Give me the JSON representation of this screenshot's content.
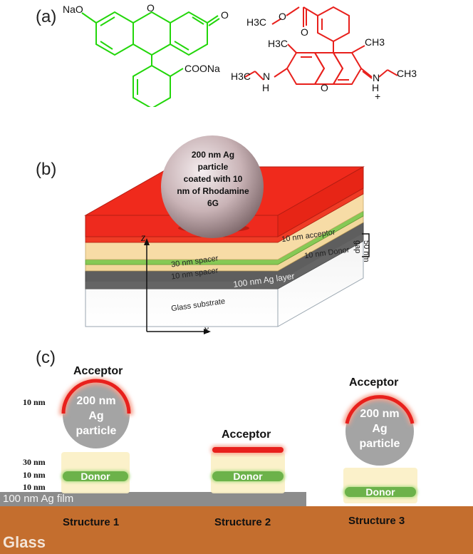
{
  "panel_a": {
    "label": "(a)",
    "fluorescein": {
      "naO": "NaO",
      "o_top": "O",
      "o_keto": "O",
      "coona": "COONa",
      "color": "#22d60a"
    },
    "rhodamine": {
      "h3c_ester": "H3C",
      "o_ester1": "O",
      "o_ester2": "O",
      "h3c_left": "H3C",
      "ch3_right": "CH3",
      "h3c_n": "H3C",
      "n_left": "N",
      "h_left": "H",
      "n_right": "N",
      "h_right": "H",
      "plus": "+",
      "ch3_n": "CH3",
      "o_ring": "O",
      "color": "#e8201c"
    }
  },
  "panel_b": {
    "label": "(b)",
    "sphere_lines": [
      "200 nm Ag",
      "particle",
      "coated with 10",
      "nm of Rhodamine",
      "6G"
    ],
    "layers": {
      "acceptor": "10 nm acceptor",
      "donor": "10 nm Donor",
      "spacer30": "30 nm spacer",
      "spacer10": "10 nm spacer",
      "ag": "100 nm Ag layer",
      "glass": "Glass substrate"
    },
    "gap_lines": [
      "50 nm",
      "gap"
    ],
    "axis_z": "z",
    "axis_x": "x",
    "colors": {
      "acceptor": "#ee2a1e",
      "spacer": "#f7d7a0",
      "donor": "#7ec850",
      "ag": "#5a5a5a",
      "glass": "#e8e8e8"
    }
  },
  "panel_c": {
    "label": "(c)",
    "thickness_labels": {
      "t10_top": "10 nm",
      "t30": "30 nm",
      "t10a": "10 nm",
      "t10b": "10 nm"
    },
    "acceptor": "Acceptor",
    "particle_lines": [
      "200 nm",
      "Ag",
      "particle"
    ],
    "donor": "Donor",
    "ag_film": "100 nm Ag film",
    "glass": "Glass",
    "structures": [
      "Structure 1",
      "Structure 2",
      "Structure 3"
    ],
    "colors": {
      "glass": "#c46e2e",
      "ag_film": "#8c8c8c",
      "particle": "#a4a4a4",
      "donor": "#6cb24a",
      "acceptor": "#e8201c",
      "spacer": "#fbf0c4"
    }
  }
}
